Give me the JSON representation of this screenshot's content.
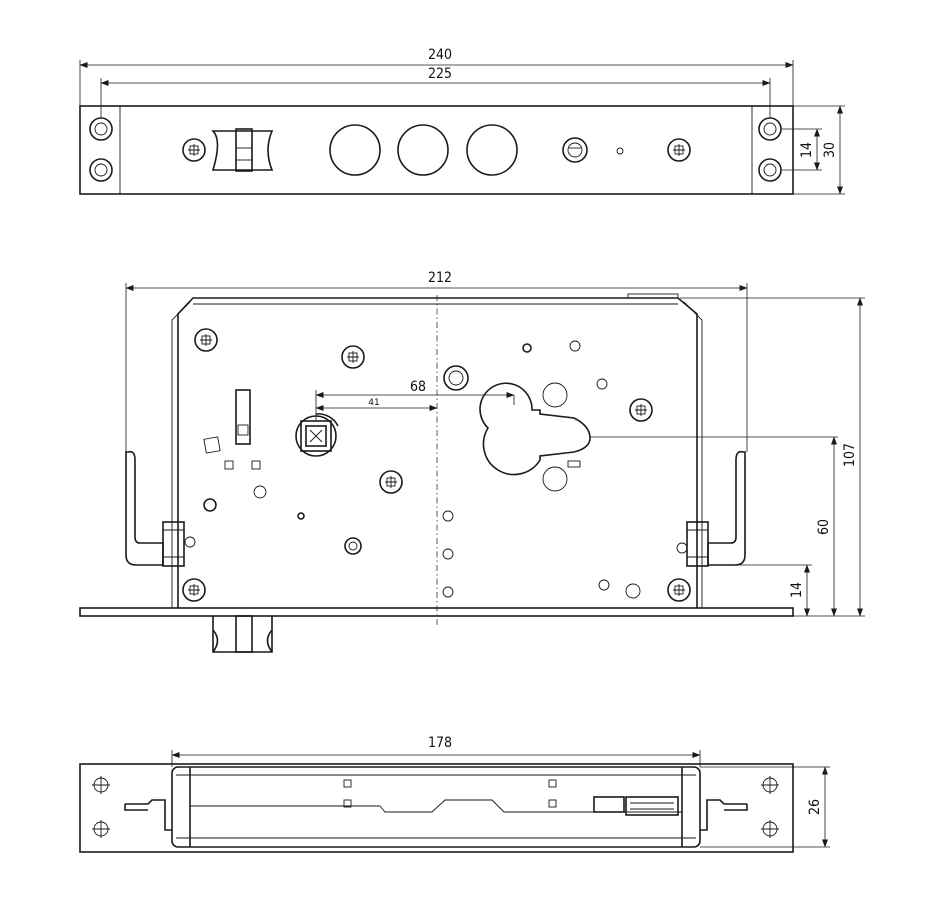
{
  "dimensions": {
    "top_overall": "240",
    "top_holes": "225",
    "top_hole_spacing": "14",
    "top_height": "30",
    "mid_width": "212",
    "mid_spindle": "68",
    "mid_square": "41",
    "mid_height": "107",
    "mid_cylinder": "60",
    "mid_bottom": "14",
    "bot_width": "178",
    "bot_height": "26"
  },
  "colors": {
    "line": "#1a1a1a",
    "background": "#ffffff"
  }
}
